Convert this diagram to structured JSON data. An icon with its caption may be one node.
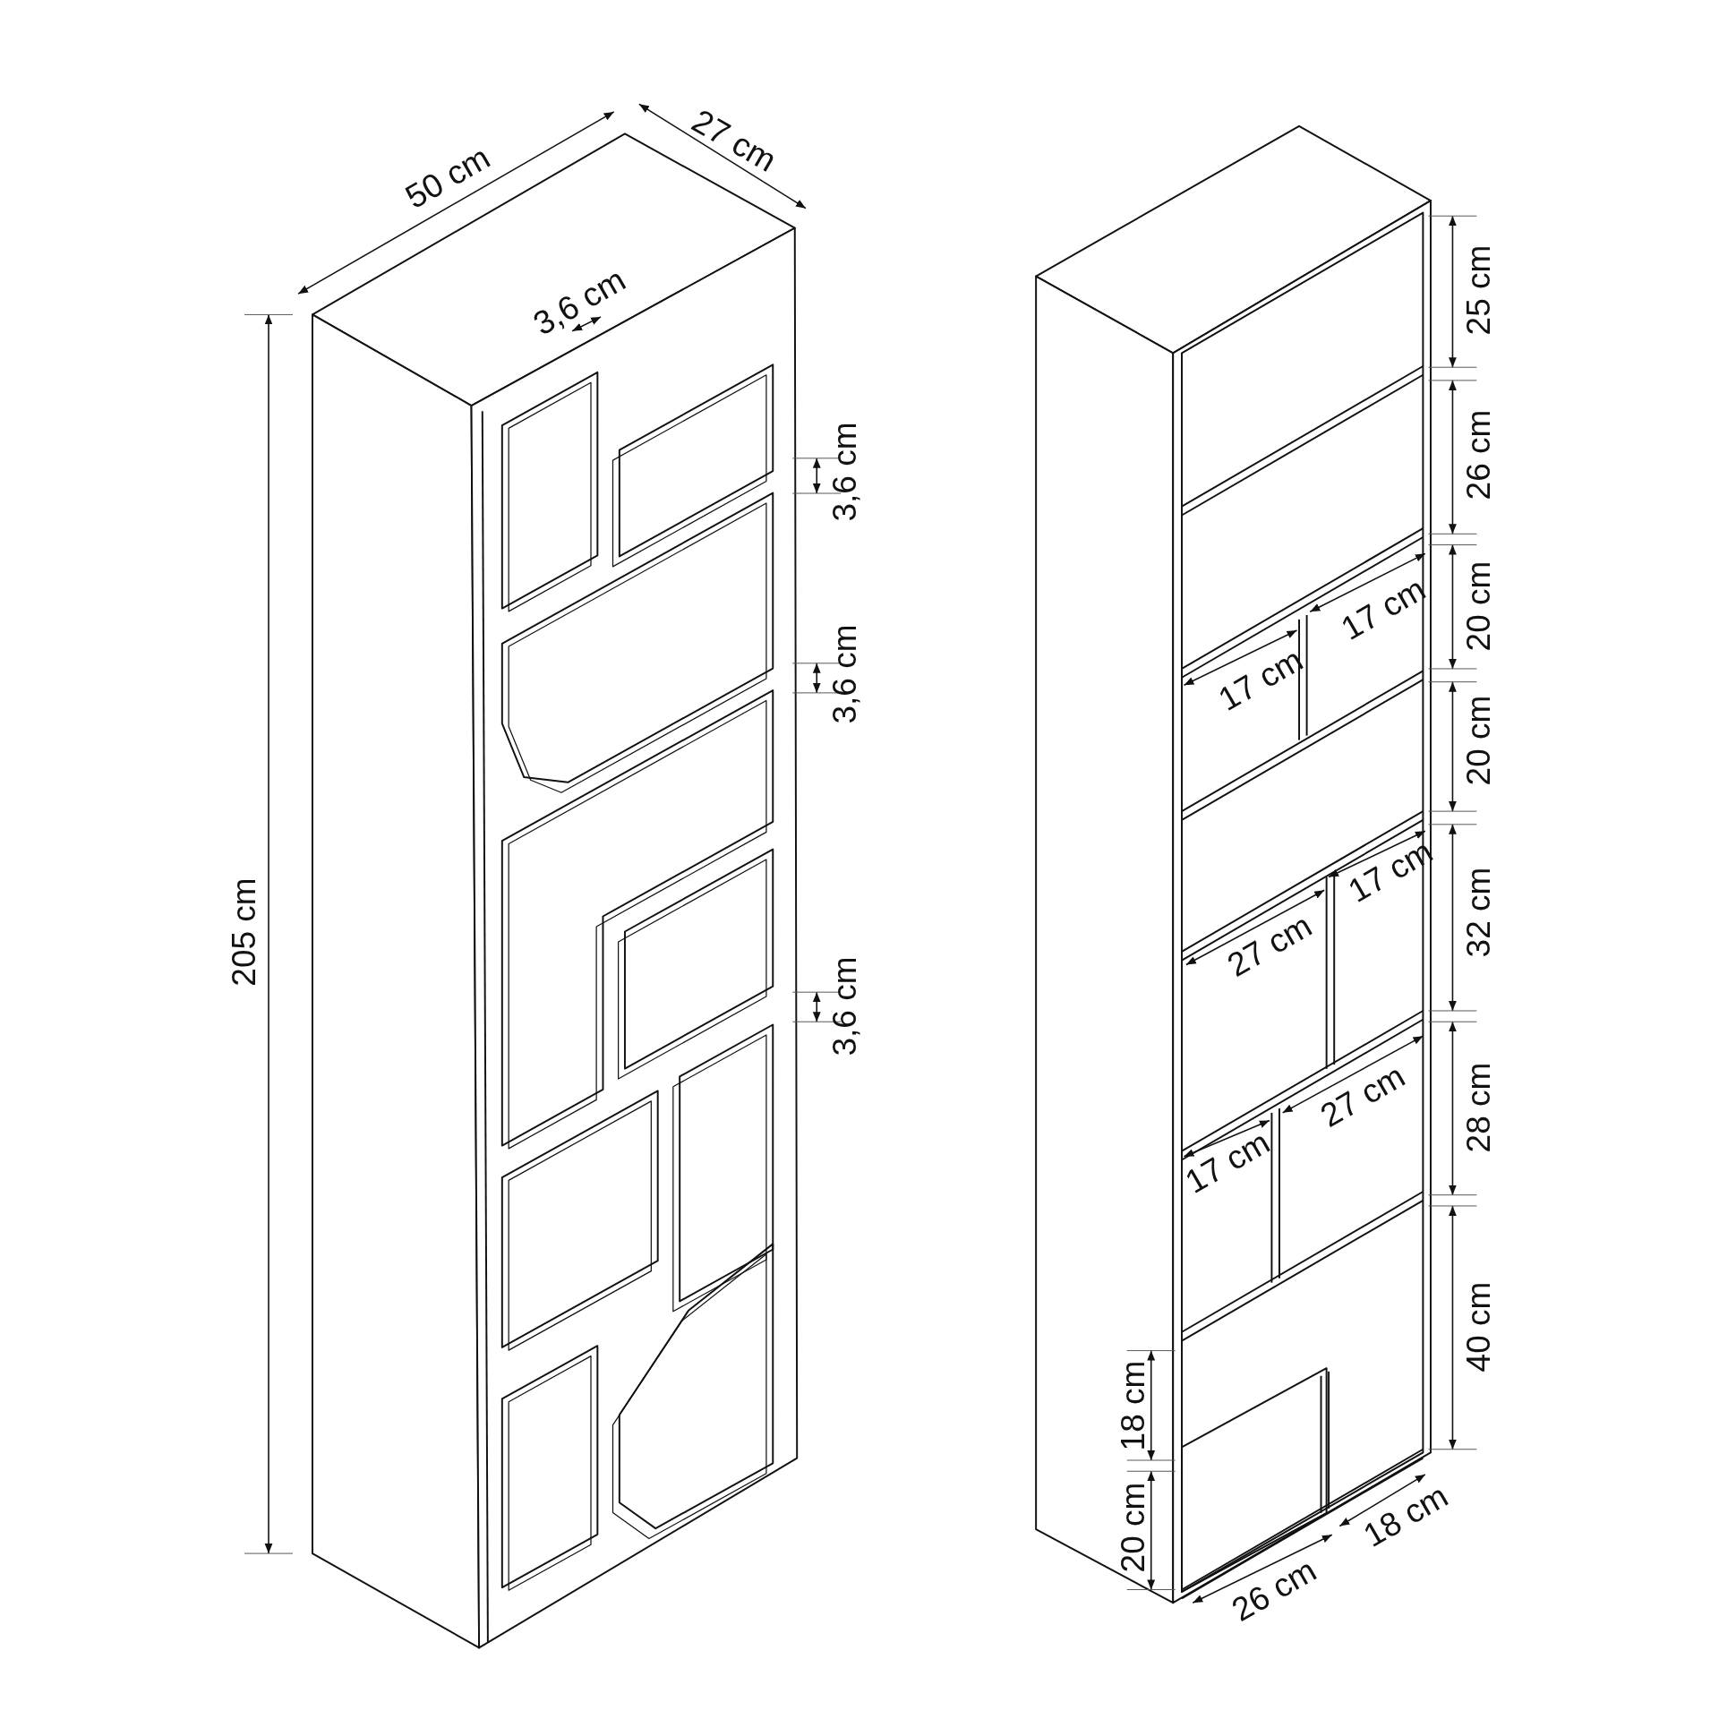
{
  "diagram": {
    "labels": [
      "50 cm",
      "27 cm",
      "3,6 cm",
      "205 cm",
      "3,6 cm",
      "3,6 cm",
      "3,6 cm",
      "25 cm",
      "26 cm",
      "20 cm",
      "17 cm",
      "17 cm",
      "20 cm",
      "17 cm",
      "32 cm",
      "27 cm",
      "28 cm",
      "27 cm",
      "17 cm",
      "40 cm",
      "18 cm",
      "20 cm",
      "18 cm",
      "26 cm"
    ]
  }
}
